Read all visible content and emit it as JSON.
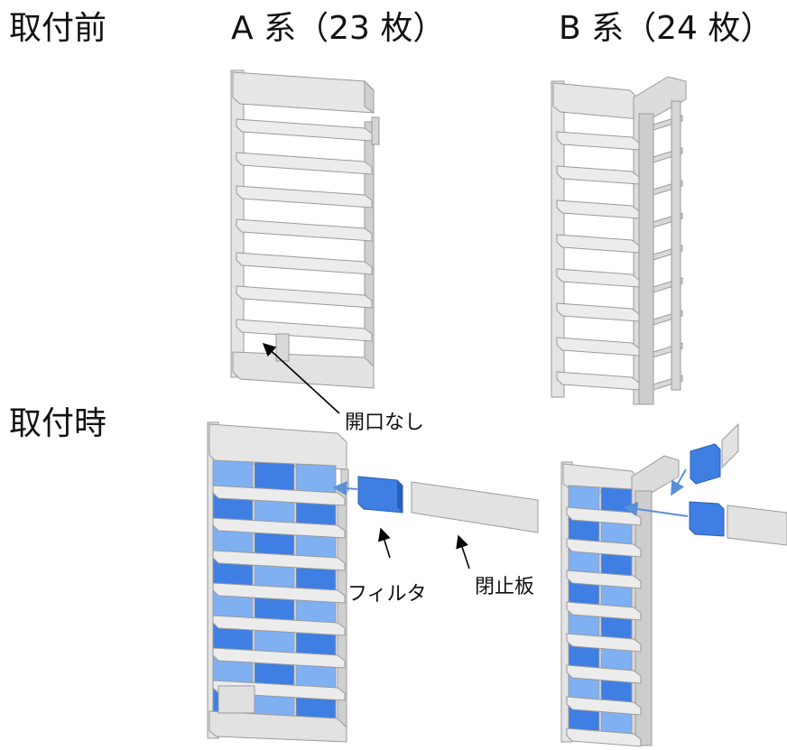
{
  "labels": {
    "before": "取付前",
    "system_a": "A 系（23 枚）",
    "system_b": "B 系（24 枚）",
    "during": "取付時",
    "no_opening": "開口なし",
    "filter": "フィルタ",
    "closure_plate": "閉止板"
  },
  "colors": {
    "frame_light": "#ececec",
    "frame_mid": "#d9d9d9",
    "frame_dark": "#bdbdbd",
    "frame_edge": "#9a9a9a",
    "filter_blue": "#3f7fe3",
    "filter_blue_light": "#7fb0f2",
    "filter_edge": "#2a5fb8",
    "arrow_blue": "#5b8fd6",
    "leader_black": "#000000"
  }
}
